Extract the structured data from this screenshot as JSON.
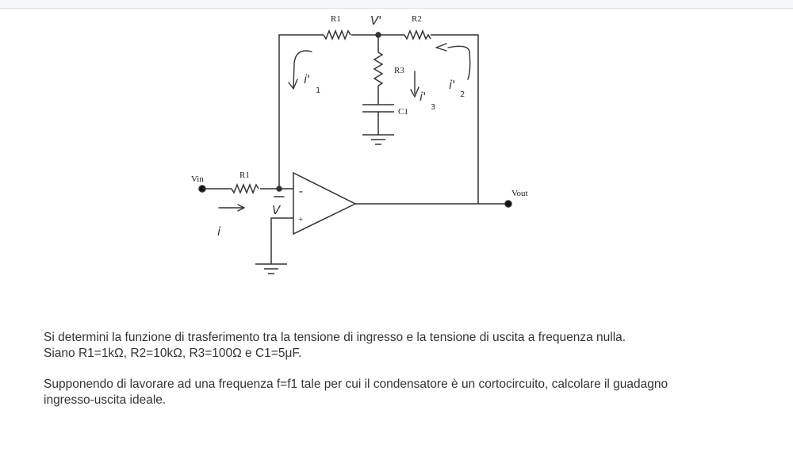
{
  "circuit": {
    "labels": {
      "r1_top": "R1",
      "r2": "R2",
      "r3": "R3",
      "c1": "C1",
      "r1_in": "R1",
      "vin": "Vin",
      "vout": "Vout",
      "opamp_minus": "-",
      "opamp_plus": "+"
    },
    "annotations": {
      "v_prime": "V'",
      "v_minus": "V",
      "i": "i",
      "i1": "i'",
      "i1_sub": "1",
      "i2": "i'",
      "i2_sub": "2",
      "i3": "i'",
      "i3_sub": "3"
    }
  },
  "problem": {
    "line1": "Si determini la funzione di trasferimento tra la tensione di ingresso e la tensione di uscita a frequenza nulla.",
    "line2": "Siano R1=1kΩ, R2=10kΩ, R3=100Ω e C1=5μF.",
    "line3": "Supponendo di lavorare ad una frequenza f=f1 tale per cui il condensatore è un cortocircuito, calcolare il guadagno",
    "line4": "ingresso-uscita ideale."
  }
}
